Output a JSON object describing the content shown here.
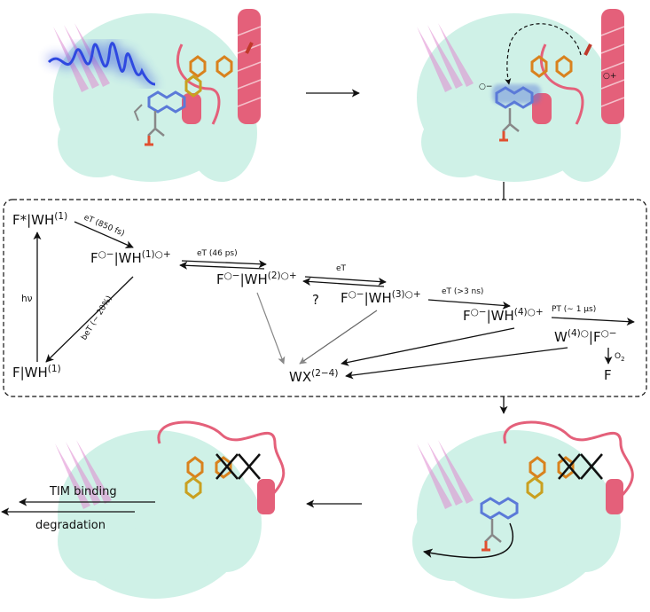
{
  "colors": {
    "helix": "#e4607a",
    "protein_bg": "#a8e6d4",
    "sheet": "#e08ad0",
    "pulse": "#2f49e0",
    "flavin": "#5b7ad8",
    "trp": "#d9821e",
    "arrow_grey": "#888888"
  },
  "panels": {
    "top_right": {
      "minus_label": "○−",
      "plus_label": "○+"
    }
  },
  "scheme": {
    "species": {
      "F_star": {
        "main": "F*|WH",
        "sup": "(1)"
      },
      "F_ground": {
        "main": "F|WH",
        "sup": "(1)"
      },
      "s1": {
        "main": "F",
        "sup_a": "○−",
        "mid": "|WH",
        "sup_b": "(1)○+"
      },
      "s2": {
        "main": "F",
        "sup_a": "○−",
        "mid": "|WH",
        "sup_b": "(2)○+"
      },
      "s3": {
        "main": "F",
        "sup_a": "○−",
        "mid": "|WH",
        "sup_b": "(3)○+"
      },
      "s4": {
        "main": "F",
        "sup_a": "○−",
        "mid": "|WH",
        "sup_b": "(4)○+"
      },
      "s5": {
        "main": "W",
        "sup_a": "(4)○",
        "mid": "|F",
        "sup_b": "○−"
      },
      "WX": {
        "main": "WX",
        "sup": "(2−4)"
      },
      "F_final": "F"
    },
    "labels": {
      "hv": "hν",
      "eT_850": "eT (850 fs)",
      "eT_46": "eT (46 ps)",
      "eT": "eT",
      "eT_3ns": "eT (>3 ns)",
      "PT": "PT (∼ 1 µs)",
      "beT": "beT (∼ 20%)",
      "question": "?",
      "O2": "O",
      "O2_sub": "2"
    }
  },
  "bottom": {
    "tim_binding": "TIM binding",
    "degradation": "degradation"
  }
}
